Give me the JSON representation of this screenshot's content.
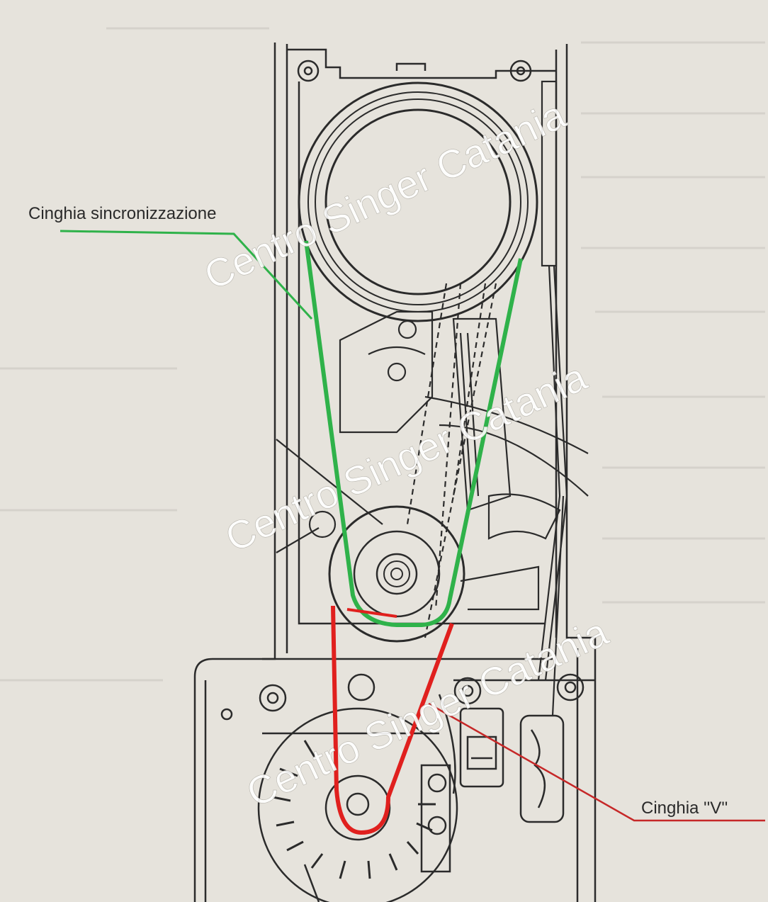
{
  "labels": {
    "timing_belt": "Cinghia sincronizzazione",
    "v_belt": "Cinghia ''V''"
  },
  "watermark": {
    "text": "Centro Singer Catania",
    "count": 3
  },
  "colors": {
    "background": "#e6e3dc",
    "line_art": "#2b2b2b",
    "timing_belt": "#2fb24a",
    "v_belt": "#e0201e",
    "timing_leader": "#2fb24a",
    "v_leader": "#c62828",
    "watermark": "#ffffff"
  }
}
